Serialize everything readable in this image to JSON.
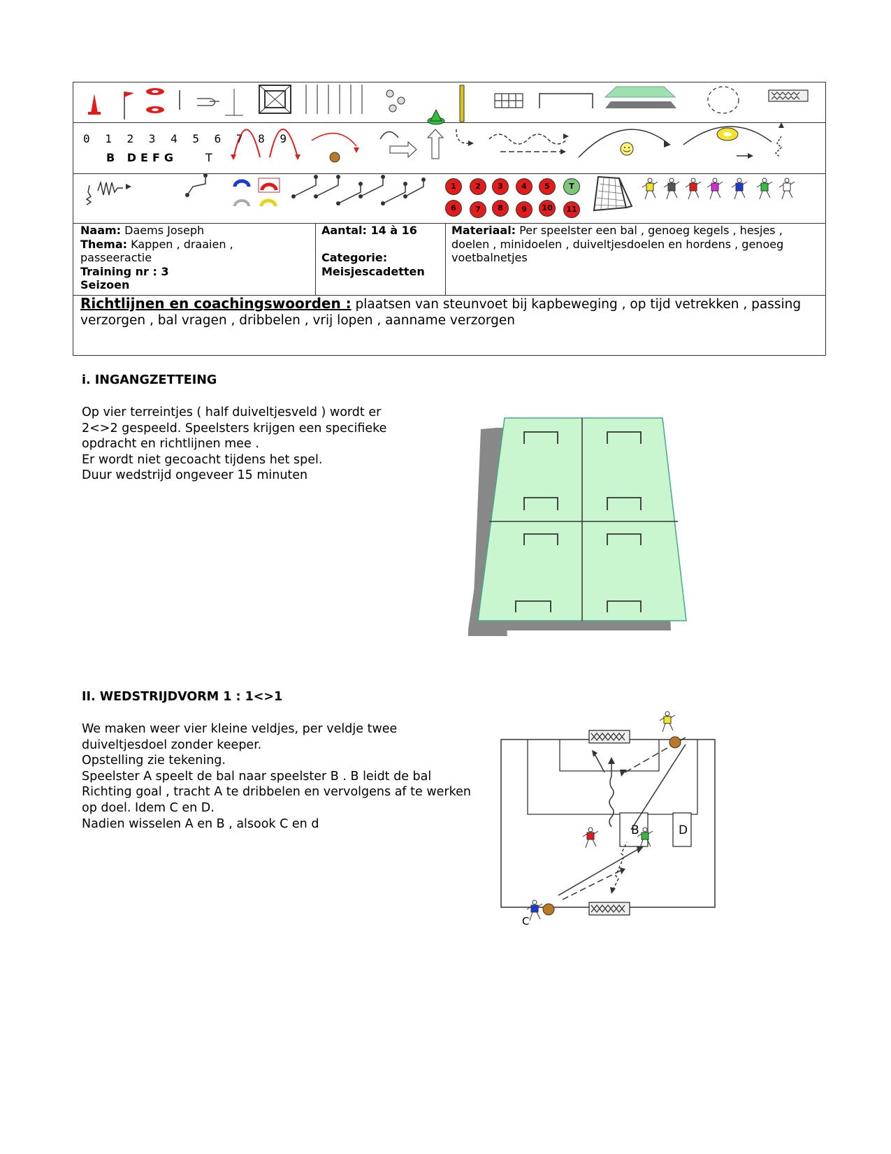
{
  "header": {
    "naam_label": "Naam:",
    "naam_value": "Daems Joseph",
    "thema_label": "Thema:",
    "thema_value_1": "Kappen , draaien ,",
    "thema_value_2": "passeeractie",
    "training_label": "Training nr : 3",
    "seizoen_label": "Seizoen",
    "aantal_label": "Aantal: 14 à 16",
    "categorie_label": "Categorie:",
    "categorie_value": "Meisjescadetten",
    "materiaal_label": "Materiaal:",
    "materiaal_value_1": "Per speelster een bal , genoeg kegels , hesjes ,",
    "materiaal_value_2": "doelen , minidoelen , duiveltjesdoelen en hordens , genoeg",
    "materiaal_value_3": "voetbalnetjes",
    "richtlijnen_title": "Richtlijnen en coachingswoorden :",
    "richtlijnen_text_1": "plaatsen van steunvoet bij kapbeweging , op tijd vetrekken , passing",
    "richtlijnen_text_2": "verzorgen , bal vragen , dribbelen ,  vrij lopen , aanname verzorgen"
  },
  "symbols": {
    "digits": "0 1 2 3 4 5 6 7 8 9",
    "letters": "B  DEFG",
    "letter_t": "T",
    "numbered_circles": [
      "1",
      "2",
      "3",
      "4",
      "5",
      "T",
      "6",
      "7",
      "8",
      "9",
      "10",
      "11"
    ]
  },
  "section1": {
    "heading": "i. INGANGZETTEING",
    "text": "Op vier terreintjes ( half duiveltjesveld  ) wordt er\n2<>2 gespeeld. Speelsters krijgen een specifieke\nopdracht en richtlijnen mee .\nEr wordt niet gecoacht tijdens het spel.\nDuur wedstrijd ongeveer 15 minuten"
  },
  "section2": {
    "heading": "II. WEDSTRIJDVORM 1 : 1<>1",
    "text": "We maken weer vier kleine veldjes, per veldje twee\nduiveltjesdoel zonder keeper.\nOpstelling zie tekening.\nSpeelster A speelt de bal naar speelster B . B leidt de bal\nRichting goal , tracht A te dribbelen en vervolgens af te werken\nop doel. Idem C en D.\nNadien wisselen A en B , alsook C en d",
    "label_b": "B",
    "label_d": "D",
    "label_c": "C"
  }
}
